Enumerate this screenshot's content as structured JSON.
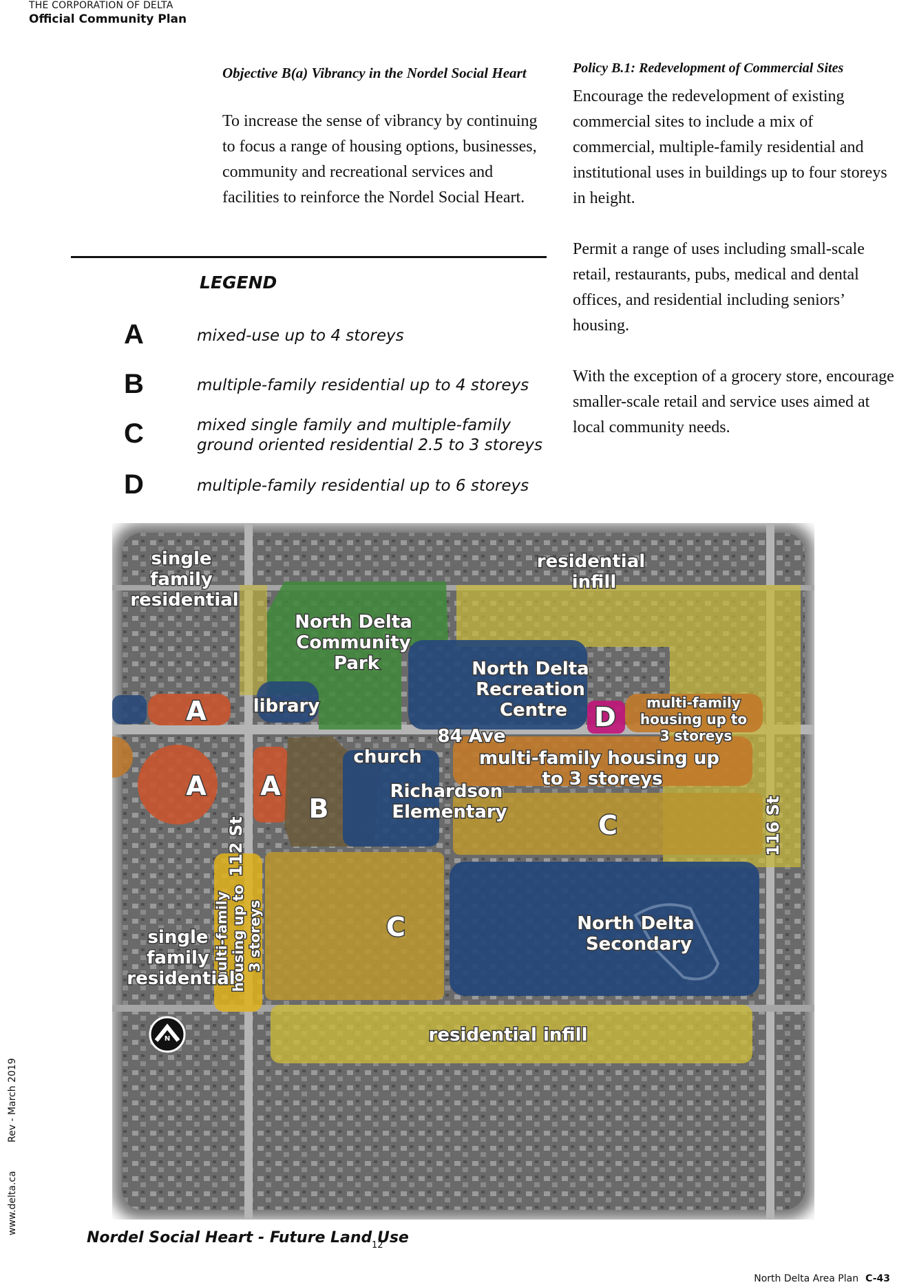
{
  "header": {
    "organization": "THE CORPORATION OF DELTA",
    "document_title": "Official Community Plan"
  },
  "objective": {
    "heading": "Objective B(a) Vibrancy in the Nordel Social Heart",
    "body": "To increase the sense of vibrancy by continuing to focus a range of housing options, businesses, community and recreational services and facilities to reinforce the Nordel Social Heart."
  },
  "policy": {
    "heading": "Policy B.1: Redevelopment of Commercial Sites",
    "paragraphs": [
      "Encourage the redevelopment of existing commercial sites to include a mix of commercial, multiple-family residential and institutional uses in buildings up to four storeys in height.",
      "Permit a range of uses including small-scale retail, restaurants, pubs, medical and dental offices, and residential including seniors’ housing.",
      "With the exception of a grocery store, encourage smaller-scale retail and service uses aimed at local community needs."
    ]
  },
  "legend": {
    "title": "LEGEND",
    "items": [
      {
        "letter": "A",
        "text": "mixed-use up to 4 storeys"
      },
      {
        "letter": "B",
        "text": "multiple-family residential up to 4 storeys"
      },
      {
        "letter": "C",
        "text": "mixed single family and multiple-family ground oriented residential 2.5 to 3 storeys"
      },
      {
        "letter": "D",
        "text": "multiple-family residential up to 6 storeys"
      }
    ]
  },
  "map": {
    "labels": {
      "single_family_top": [
        "single",
        "family",
        "residential"
      ],
      "single_family_bottom": [
        "single",
        "family",
        "residential"
      ],
      "residential_infill_top": [
        "residential",
        "infill"
      ],
      "community_park": [
        "North Delta",
        "Community",
        "Park"
      ],
      "recreation_centre": [
        "North Delta",
        "Recreation",
        "Centre"
      ],
      "library": "library",
      "multi_family_small": [
        "multi-family",
        "housing up to",
        "3 storeys"
      ],
      "ave_84": "84 Ave",
      "church": "church",
      "richardson": [
        "Richardson",
        "Elementary"
      ],
      "multi_family_wide": [
        "multi-family housing up",
        "to 3 storeys"
      ],
      "st_116": "116 St",
      "st_112": "112 St",
      "multi_family_vertical": [
        "multi-family",
        "housing up to",
        "3 storeys"
      ],
      "secondary": [
        "North Delta",
        "Secondary"
      ],
      "residential_infill_bottom": "residential infill",
      "zone_a": "A",
      "zone_b": "B",
      "zone_c": "C",
      "zone_d": "D",
      "north": "N"
    },
    "colors": {
      "residential_infill": "#c9b93a",
      "park": "#3f8a3a",
      "institutional": "#24477a",
      "mixed_use_a": "#c9552f",
      "multi_family": "#c27a2a",
      "zone_b": "#6b5a3a",
      "zone_c": "#b89530",
      "zone_d": "#c0177a",
      "single_family": "#707070"
    }
  },
  "caption": {
    "title": "Nordel Social Heart - Future Land Use",
    "number": "12"
  },
  "side": {
    "revision": "Rev - March 2019",
    "website": "www.delta.ca"
  },
  "footer": {
    "plan_name": "North Delta Area Plan",
    "page": "C-43"
  }
}
